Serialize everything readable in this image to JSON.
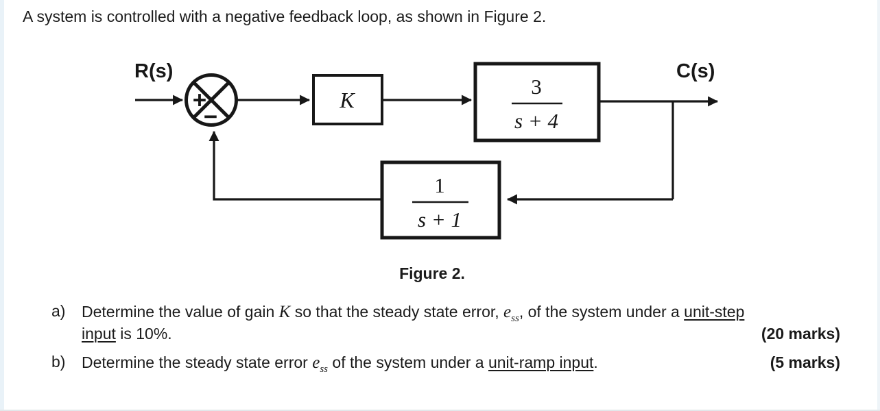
{
  "page": {
    "intro": "A system is controlled with a negative feedback loop, as shown in Figure 2.",
    "figure_caption": "Figure 2."
  },
  "diagram": {
    "input_label": "R(s)",
    "output_label": "C(s)",
    "summing": {
      "plus": "+",
      "minus": "−"
    },
    "gain_block": {
      "label": "K"
    },
    "forward_block": {
      "numerator": "3",
      "denominator": "s + 4"
    },
    "feedback_block": {
      "numerator": "1",
      "denominator": "s + 1"
    }
  },
  "questions": {
    "a": {
      "marker": "a)",
      "part1": "Determine the value of gain ",
      "gain_symbol": "K",
      "part2": " so that the steady state error, ",
      "error_symbol": "e",
      "error_sub": "ss",
      "part3": ", of the system under a ",
      "underlined1": "unit-step",
      "line2_underlined": "input",
      "line2_rest": " is 10%.",
      "marks": "(20 marks)"
    },
    "b": {
      "marker": "b)",
      "part1": "Determine the steady state error ",
      "error_symbol": "e",
      "error_sub": "ss",
      "part2": " of the system under a ",
      "underlined1": "unit-ramp input",
      "part3": ".",
      "marks": "(5 marks)"
    }
  }
}
